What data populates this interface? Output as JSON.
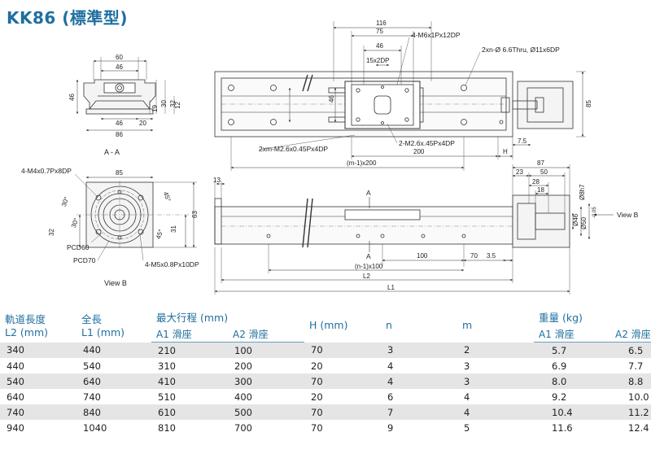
{
  "header": {
    "title": "KK86 (標準型)"
  },
  "drawing": {
    "section_view": {
      "caption": "A - A",
      "dims": [
        "60",
        "46",
        "46",
        "20",
        "86",
        "46",
        "19",
        "30",
        "32",
        "12"
      ]
    },
    "top_view": {
      "dims": [
        "116",
        "75",
        "46",
        "15x2DP",
        "46",
        "200",
        "H",
        "7.5",
        "85",
        "(m-1)x200"
      ],
      "notes": [
        "4-M6x1Px12DP",
        "2xn-Ø 6.6Thru, Ø11x6DP",
        "2-M2.6x.45Px4DP",
        "2xm-M2.6x0.45Px4DP"
      ]
    },
    "view_b": {
      "caption": "View B",
      "dims": [
        "85",
        "30°",
        "45°",
        "30°",
        "45°",
        "31",
        "63",
        "32"
      ],
      "notes": [
        "4-M4x0.7Px8DP",
        "PCD60",
        "PCD70",
        "4-M5x0.8Px10DP"
      ]
    },
    "side_view": {
      "dims": [
        "13",
        "87",
        "23",
        "50",
        "28",
        "18",
        "Ø8h7",
        "Ø46",
        "Ø50",
        "3.5",
        "100",
        "70",
        "(n-1)x100",
        "L2",
        "L1"
      ],
      "tol": "-0.05",
      "markers": [
        "A",
        "A"
      ],
      "view_arrow": "View B"
    }
  },
  "table": {
    "headers": {
      "rail_length": [
        "軌道長度",
        "L2 (mm)"
      ],
      "total_length": [
        "全長",
        "L1 (mm)"
      ],
      "max_stroke": "最大行程 (mm)",
      "a1": "A1 滑座",
      "a2": "A2 滑座",
      "h": "H (mm)",
      "n": "n",
      "m": "m",
      "weight": "重量 (kg)",
      "w_a1": "A1 滑座",
      "w_a2": "A2 滑座"
    },
    "rows": [
      [
        "340",
        "440",
        "210",
        "100",
        "70",
        "3",
        "2",
        "5.7",
        "6.5"
      ],
      [
        "440",
        "540",
        "310",
        "200",
        "20",
        "4",
        "3",
        "6.9",
        "7.7"
      ],
      [
        "540",
        "640",
        "410",
        "300",
        "70",
        "4",
        "3",
        "8.0",
        "8.8"
      ],
      [
        "640",
        "740",
        "510",
        "400",
        "20",
        "6",
        "4",
        "9.2",
        "10.0"
      ],
      [
        "740",
        "840",
        "610",
        "500",
        "70",
        "7",
        "4",
        "10.4",
        "11.2"
      ],
      [
        "940",
        "1040",
        "810",
        "700",
        "70",
        "9",
        "5",
        "11.6",
        "12.4"
      ]
    ]
  }
}
